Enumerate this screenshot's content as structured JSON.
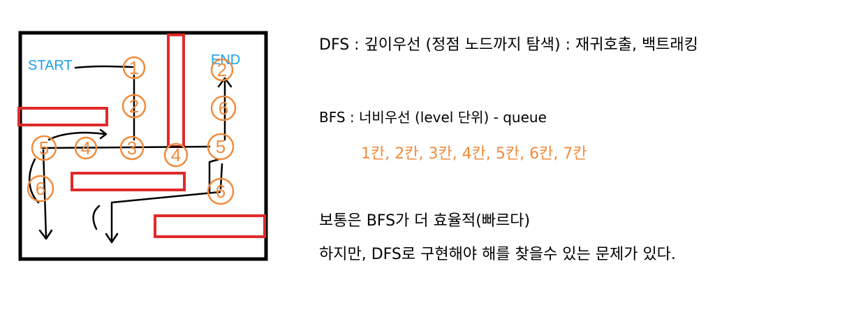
{
  "maze": {
    "start_label": "START",
    "end_label": "END",
    "colors": {
      "border": "#000000",
      "wall": "#e02a2a",
      "number": "#f08b3c",
      "label": "#1ea0e8",
      "path": "#000000"
    },
    "numbers": [
      "1",
      "2",
      "3",
      "4",
      "5",
      "6",
      "4",
      "5",
      "6",
      "6",
      "2"
    ]
  },
  "notes": {
    "dfs_line": "DFS : 깊이우선 (정점 노드까지 탐색) : 재귀호출, 백트래킹",
    "bfs_line": "BFS : 너비우선 (level 단위) - queue",
    "bfs_levels": "1칸, 2칸, 3칸, 4칸, 5칸, 6칸, 7칸",
    "conclusion_1": "보통은 BFS가 더 효율적(빠르다)",
    "conclusion_2": "하지만, DFS로 구현해야 해를 찾을수 있는 문제가 있다."
  }
}
